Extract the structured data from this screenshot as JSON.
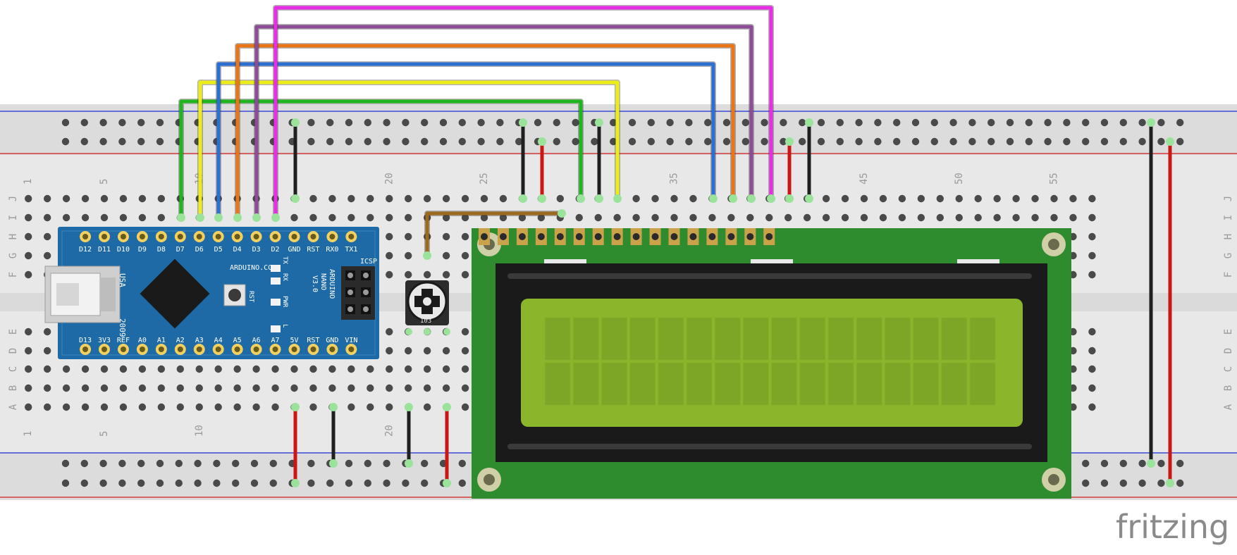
{
  "watermark": "fritzing",
  "breadboard": {
    "column_numbers": [
      "1",
      "5",
      "10",
      "20",
      "25",
      "35",
      "45",
      "50",
      "55"
    ],
    "row_letters_top": [
      "J",
      "I",
      "H",
      "G",
      "F"
    ],
    "row_letters_bottom": [
      "E",
      "D",
      "C",
      "B",
      "A"
    ]
  },
  "arduino": {
    "name_line1": "ARDUINO",
    "name_line2": "NANO",
    "name_line3": "V3.0",
    "brand": "ARDUINO.CC",
    "usa": "USA",
    "year": "2009",
    "rst_button_label": "RST",
    "icsp": "ICSP",
    "led_labels": [
      "TX",
      "RX",
      "PWR",
      "L"
    ],
    "top_pins": [
      "D12",
      "D11",
      "D10",
      "D9",
      "D8",
      "D7",
      "D6",
      "D5",
      "D4",
      "D3",
      "D2",
      "GND",
      "RST",
      "RX0",
      "TX1"
    ],
    "bottom_pins": [
      "D13",
      "3V3",
      "REF",
      "A0",
      "A1",
      "A2",
      "A3",
      "A4",
      "A5",
      "A6",
      "A7",
      "5V",
      "RST",
      "GND",
      "VIN"
    ]
  },
  "potentiometer": {
    "label": "103"
  },
  "wire_colors": {
    "green": "#1fb51f",
    "yellow": "#ecec16",
    "blue": "#2d6fd0",
    "orange": "#e87619",
    "purple": "#8d4d96",
    "magenta": "#e72de6",
    "brown": "#9b6a1d",
    "black": "#1f1f1f",
    "red": "#cc1515"
  }
}
